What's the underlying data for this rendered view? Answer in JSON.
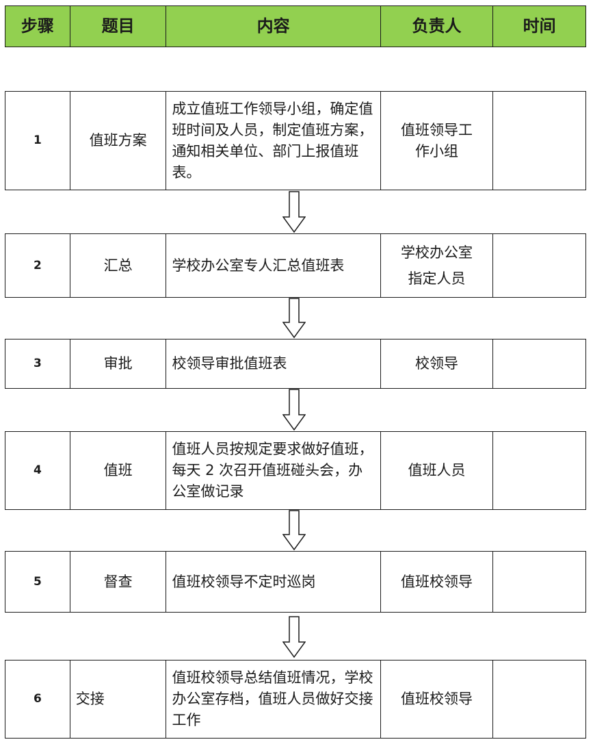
{
  "header": {
    "step": "步骤",
    "topic": "题目",
    "content": "内容",
    "owner": "负责人",
    "time": "时间"
  },
  "rows": [
    {
      "step": "1",
      "topic": "值班方案",
      "content": "成立值班工作领导小组，确定值班时间及人员，制定值班方案，通知相关单位、部门上报值班表。",
      "owner": "值班领导工作小组",
      "time": ""
    },
    {
      "step": "2",
      "topic": "汇总",
      "content": "学校办公室专人汇总值班表",
      "owner": "学校办公室指定人员",
      "time": ""
    },
    {
      "step": "3",
      "topic": "审批",
      "content": "校领导审批值班表",
      "owner": "校领导",
      "time": ""
    },
    {
      "step": "4",
      "topic": "值班",
      "content": "值班人员按规定要求做好值班，每天 2 次召开值班碰头会，办公室做记录",
      "owner": "值班人员",
      "time": ""
    },
    {
      "step": "5",
      "topic": "督查",
      "content": "值班校领导不定时巡岗",
      "owner": "值班校领导",
      "time": ""
    },
    {
      "step": "6",
      "topic": "交接",
      "content": "值班校领导总结值班情况，学校办公室存档，值班人员做好交接工作",
      "owner": "值班校领导",
      "time": ""
    }
  ]
}
